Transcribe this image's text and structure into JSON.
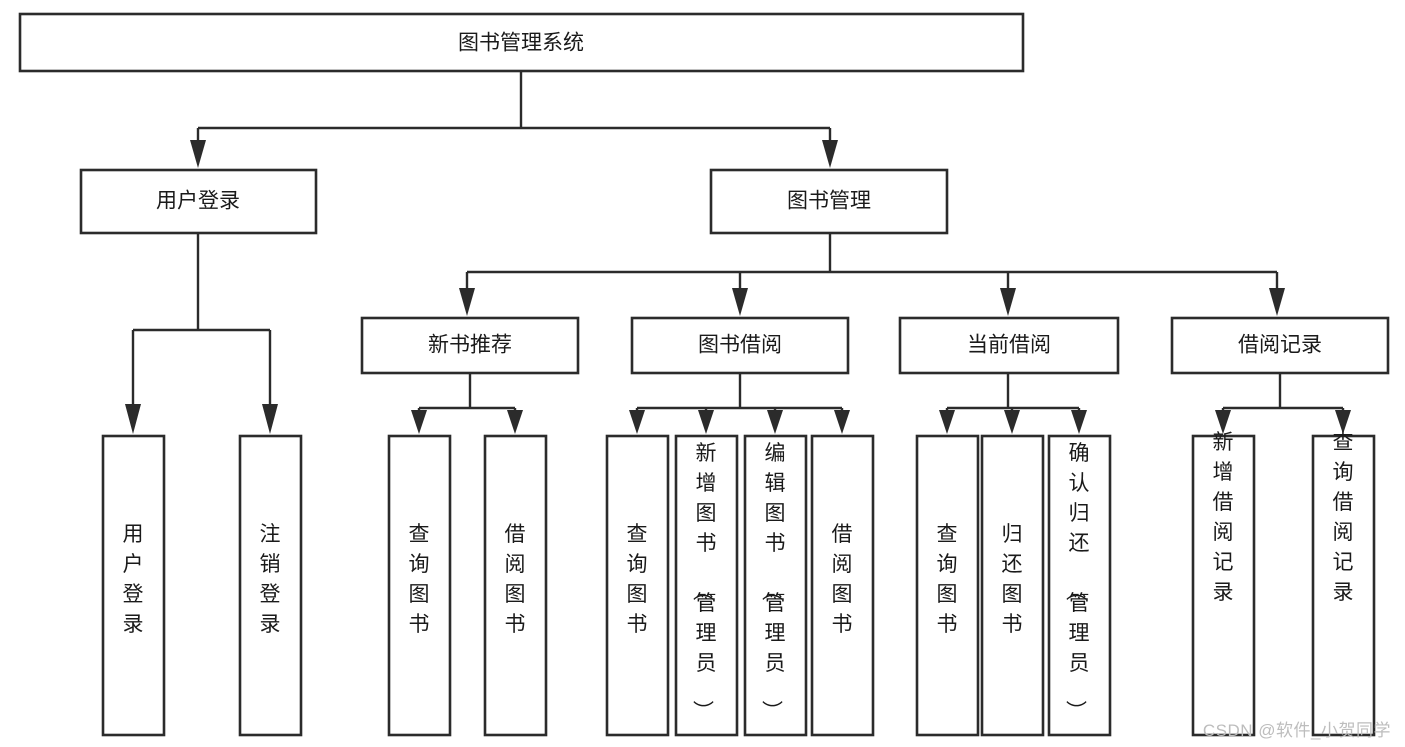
{
  "diagram": {
    "type": "tree",
    "title_node": "图书管理系统",
    "root": {
      "id": "root",
      "label": "图书管理系统",
      "orientation": "horizontal"
    },
    "level2": [
      {
        "id": "user-login",
        "label": "用户登录",
        "orientation": "horizontal"
      },
      {
        "id": "book-manage",
        "label": "图书管理",
        "orientation": "horizontal"
      }
    ],
    "level3": [
      {
        "id": "new-book-recommend",
        "label": "新书推荐",
        "orientation": "horizontal",
        "parent": "book-manage"
      },
      {
        "id": "book-borrow",
        "label": "图书借阅",
        "orientation": "horizontal",
        "parent": "book-manage"
      },
      {
        "id": "current-borrow",
        "label": "当前借阅",
        "orientation": "horizontal",
        "parent": "book-manage"
      },
      {
        "id": "borrow-record",
        "label": "借阅记录",
        "orientation": "horizontal",
        "parent": "book-manage"
      }
    ],
    "leaves": [
      {
        "id": "leaf-user-login",
        "label": "用户登录",
        "orientation": "vertical",
        "parent": "user-login"
      },
      {
        "id": "leaf-logout-login",
        "label": "注销登录",
        "orientation": "vertical",
        "parent": "user-login"
      },
      {
        "id": "leaf-query-book-1",
        "label": "查询图书",
        "orientation": "vertical",
        "parent": "new-book-recommend"
      },
      {
        "id": "leaf-borrow-book-1",
        "label": "借阅图书",
        "orientation": "vertical",
        "parent": "new-book-recommend"
      },
      {
        "id": "leaf-query-book-2",
        "label": "查询图书",
        "orientation": "vertical",
        "parent": "book-borrow"
      },
      {
        "id": "leaf-add-book",
        "label": "新增图书（管理员）",
        "orientation": "vertical",
        "parent": "book-borrow"
      },
      {
        "id": "leaf-edit-book",
        "label": "编辑图书（管理员）",
        "orientation": "vertical",
        "parent": "book-borrow"
      },
      {
        "id": "leaf-borrow-book-2",
        "label": "借阅图书",
        "orientation": "vertical",
        "parent": "book-borrow"
      },
      {
        "id": "leaf-query-book-3",
        "label": "查询图书",
        "orientation": "vertical",
        "parent": "current-borrow"
      },
      {
        "id": "leaf-return-book",
        "label": "归还图书",
        "orientation": "vertical",
        "parent": "current-borrow"
      },
      {
        "id": "leaf-confirm-return",
        "label": "确认归还（管理员）",
        "orientation": "vertical",
        "parent": "current-borrow"
      },
      {
        "id": "leaf-add-borrow-record",
        "label": "新增借阅记录",
        "orientation": "vertical",
        "parent": "borrow-record"
      },
      {
        "id": "leaf-query-borrow-record",
        "label": "查询借阅记录",
        "orientation": "vertical",
        "parent": "borrow-record"
      }
    ]
  },
  "watermark": {
    "text": "CSDN @软件_小贺同学"
  },
  "colors": {
    "box_stroke": "#2b2b2b",
    "box_fill": "#ffffff",
    "text": "#1a1a1a",
    "background": "#ffffff",
    "watermark": "#bdbdbd"
  }
}
